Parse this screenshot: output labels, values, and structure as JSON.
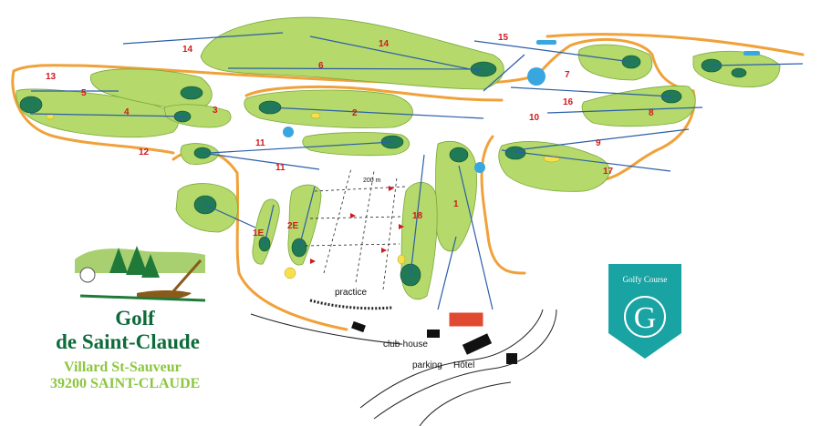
{
  "club": {
    "name_line1": "Golf",
    "name_line2": "de Saint-Claude",
    "address_line1": "Villard St-Sauveur",
    "address_line2": "39200 SAINT-CLAUDE"
  },
  "badge": {
    "text": "Golfy Course",
    "letter": "G",
    "color": "#1aa3a3"
  },
  "labels": {
    "practice": "practice",
    "practice_distance": "200 m",
    "clubhouse": "club-house",
    "parking": "parking",
    "hotel": "Hôtel"
  },
  "holes": [
    "1",
    "2",
    "3",
    "4",
    "5",
    "6",
    "7",
    "8",
    "9",
    "10",
    "11",
    "11",
    "12",
    "13",
    "14",
    "14",
    "15",
    "16",
    "17",
    "18",
    "1E",
    "2E"
  ],
  "colors": {
    "fairway": "#b5d96a",
    "green": "#1f7a55",
    "path": "#f0a13a",
    "water": "#3aa6e0",
    "hole_number": "#d0191f",
    "title": "#0d6b3a",
    "address": "#8cc63f"
  }
}
